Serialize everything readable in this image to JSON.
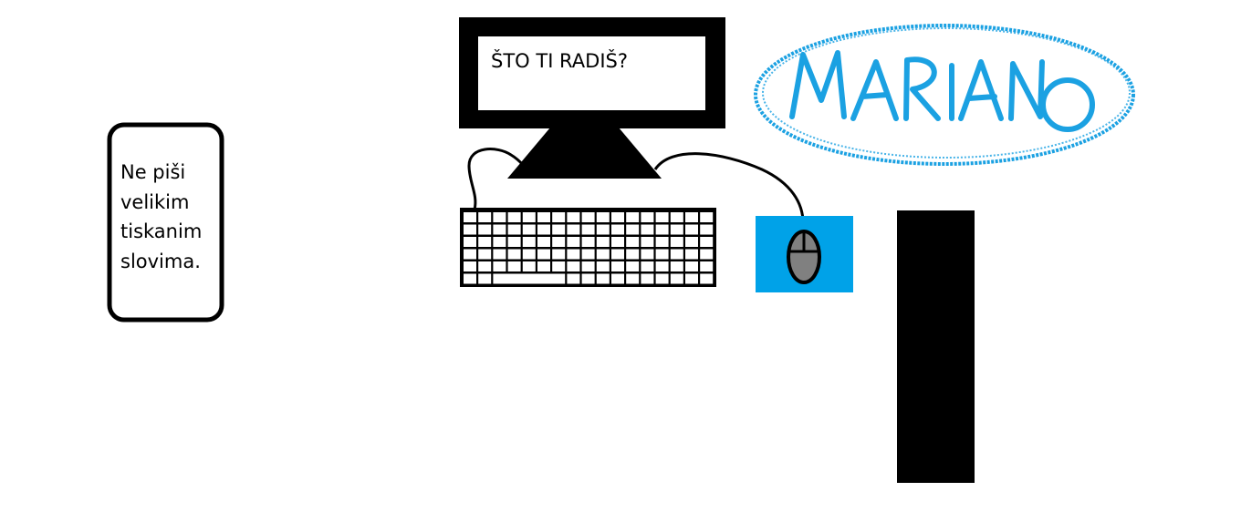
{
  "note": {
    "text": "Ne piši\nvelikim\ntiskanim\nslovima."
  },
  "monitor": {
    "screen_text": "ŠTO TI RADIŠ?"
  },
  "signature": {
    "text": "MARIANO",
    "color": "#1ba1e2"
  },
  "colors": {
    "mousepad": "#00a2e8",
    "mouse_body": "#808080",
    "outline": "#000000",
    "background": "#ffffff"
  }
}
